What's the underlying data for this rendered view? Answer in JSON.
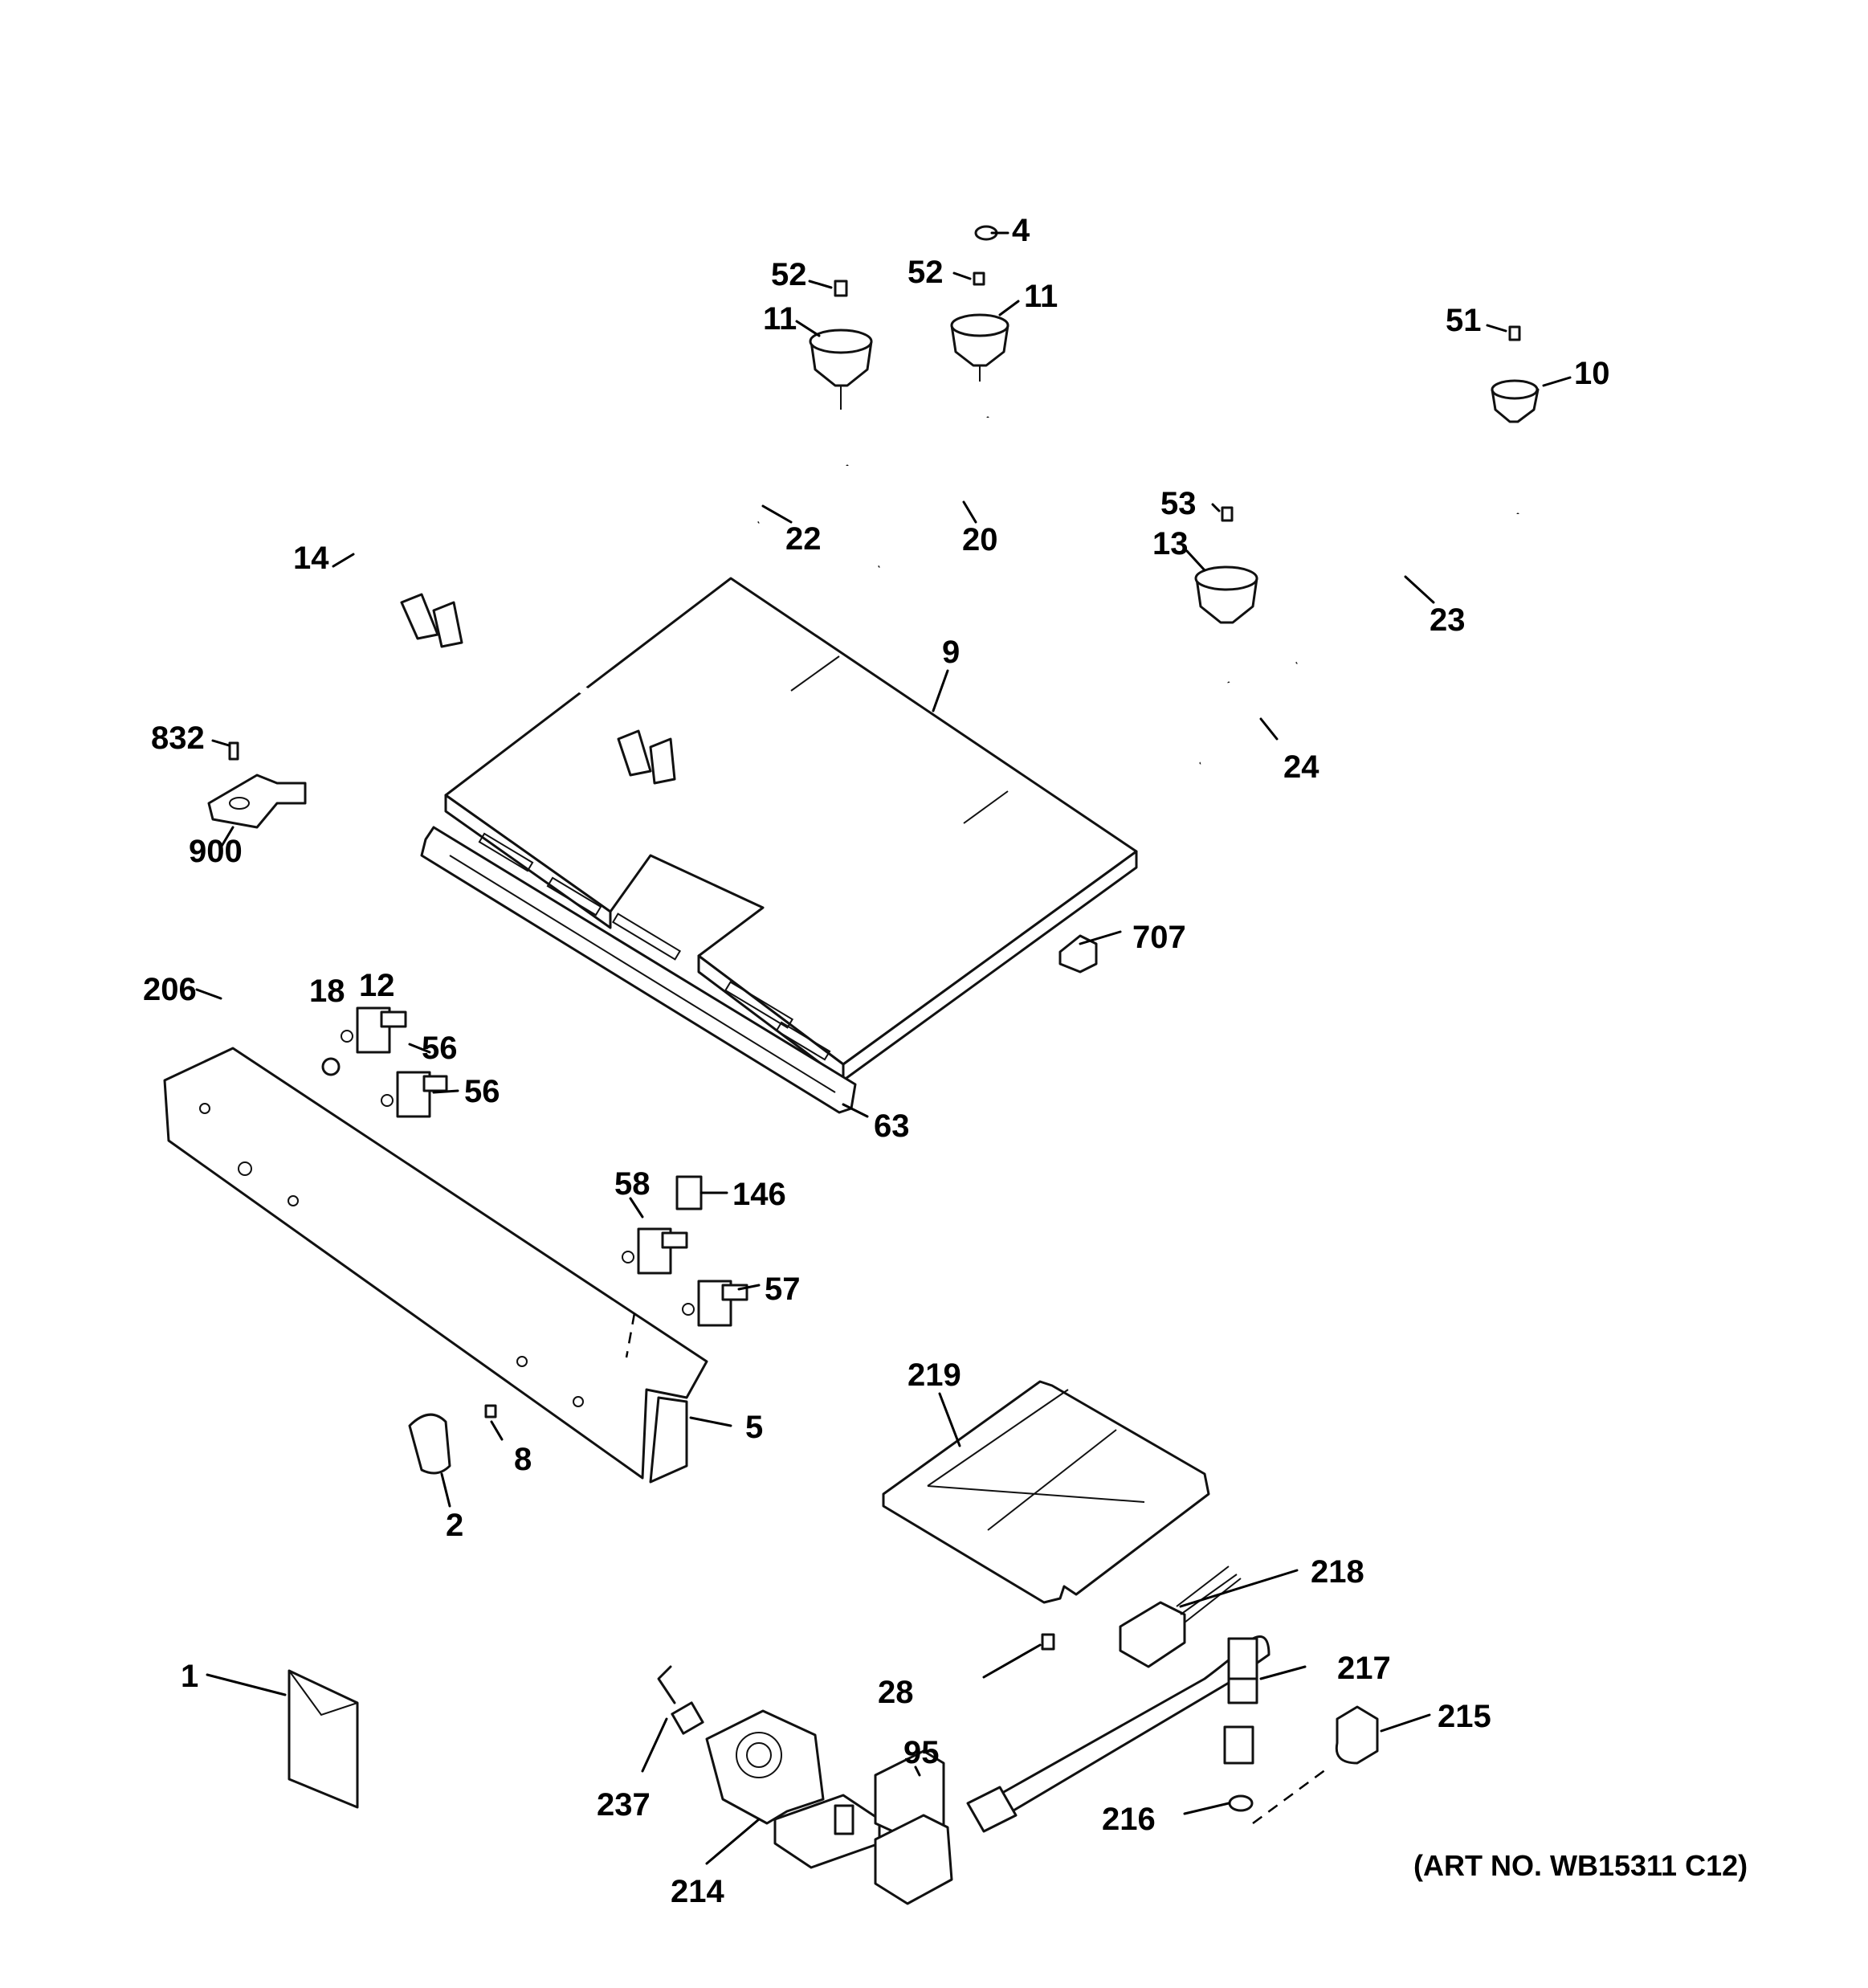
{
  "art_number": "(ART NO. WB15311 C12)",
  "labels": {
    "p1": "1",
    "p2": "2",
    "p4": "4",
    "p5": "5",
    "p8": "8",
    "p9": "9",
    "p10": "10",
    "p11a": "11",
    "p11b": "11",
    "p12": "12",
    "p13": "13",
    "p14": "14",
    "p18": "18",
    "p20": "20",
    "p22": "22",
    "p23": "23",
    "p24": "24",
    "p28": "28",
    "p51": "51",
    "p52a": "52",
    "p52b": "52",
    "p53": "53",
    "p56a": "56",
    "p56b": "56",
    "p57": "57",
    "p58": "58",
    "p63": "63",
    "p95": "95",
    "p146": "146",
    "p206": "206",
    "p214": "214",
    "p215": "215",
    "p216": "216",
    "p217": "217",
    "p218": "218",
    "p219": "219",
    "p237": "237",
    "p707": "707",
    "p832": "832",
    "p900": "900"
  }
}
